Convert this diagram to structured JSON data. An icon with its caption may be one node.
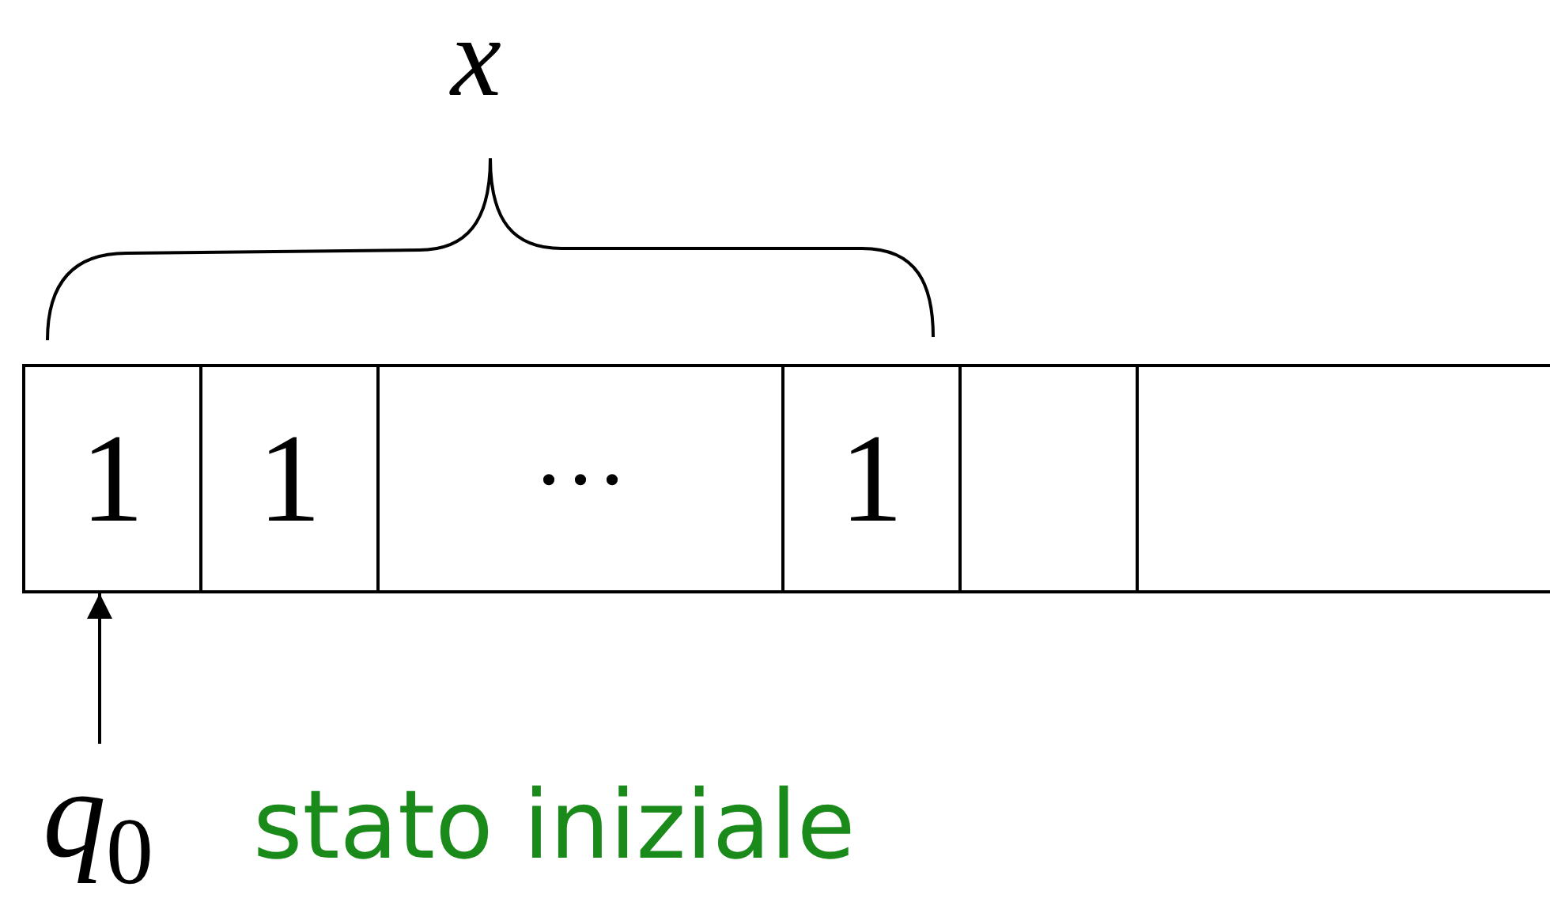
{
  "diagram": {
    "nodes": [
      {
        "text": [
          "1"
        ]
      },
      {
        "text": [
          "1"
        ]
      },
      {
        "text": [
          "···"
        ]
      },
      {
        "text": [
          "1"
        ]
      },
      {
        "text": [],
        "shape": "box"
      },
      {
        "text": [],
        "shape": "box"
      },
      {
        "text": [
          "q$_{0}$"
        ]
      }
    ],
    "edges": [
      {
        "from": 6,
        "to": 0,
        "arrow": "to"
      }
    ],
    "labels": [
      "x",
      "stato iniziale"
    ]
  }
}
